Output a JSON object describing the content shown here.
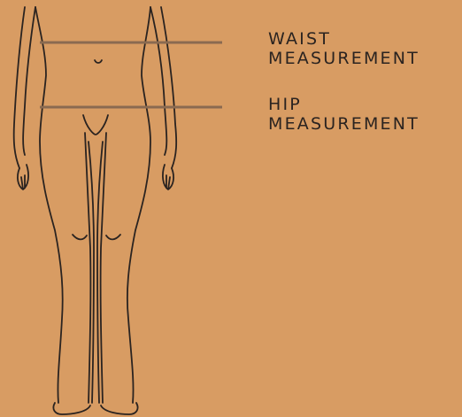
{
  "labels": {
    "waist": {
      "line1": "WAIST",
      "line2": "MEASUREMENT"
    },
    "hip": {
      "line1": "HIP",
      "line2": "MEASUREMENT"
    }
  },
  "colors": {
    "background": "#D89C63",
    "outline": "#2a2320",
    "measure_line": "#8a6a50",
    "text": "#2a2320"
  }
}
